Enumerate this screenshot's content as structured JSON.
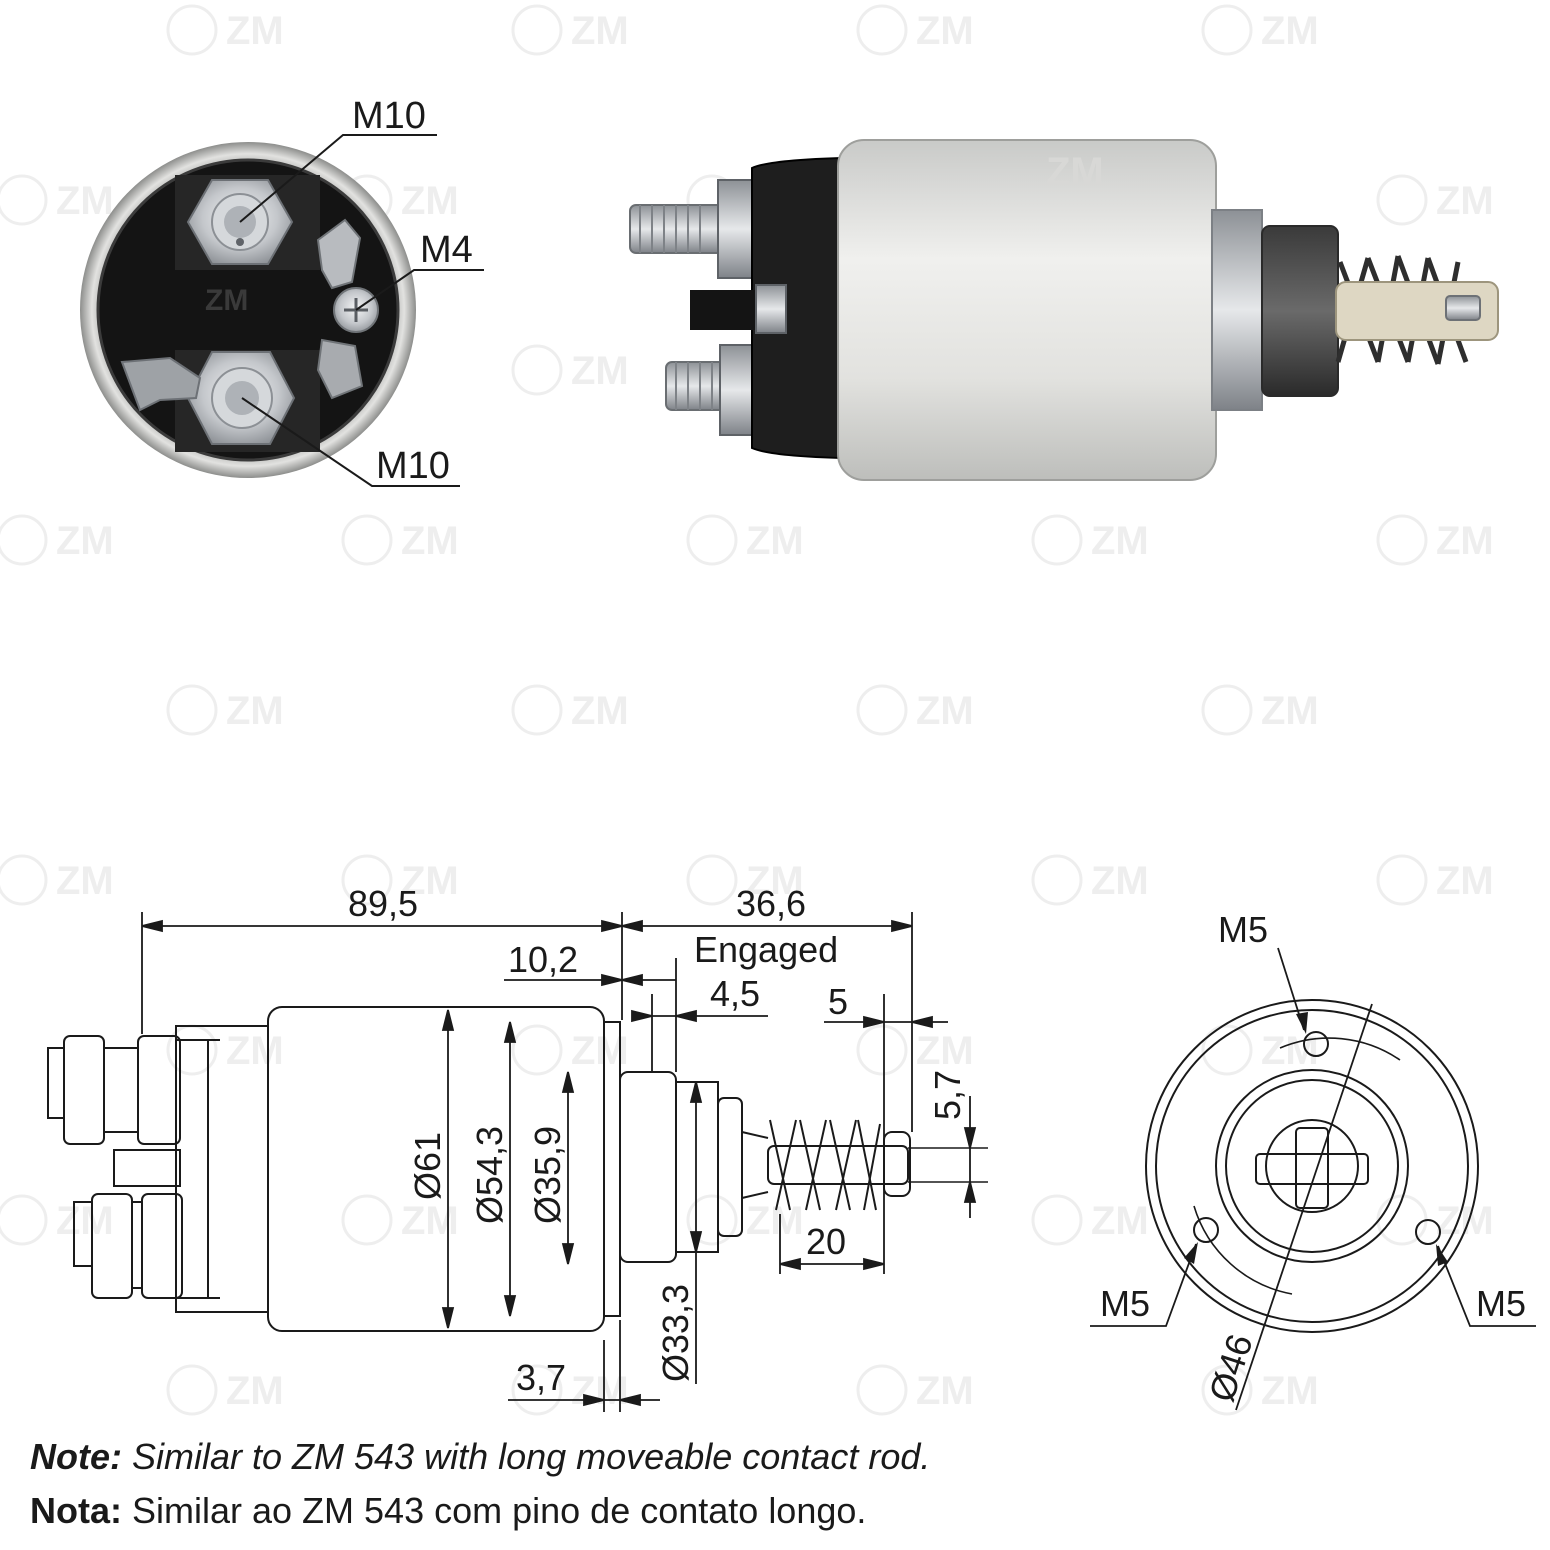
{
  "watermark": {
    "text": "ZM",
    "color": "#eeeeee"
  },
  "photos": {
    "end_view_labels": {
      "top_terminal": "M10",
      "small_terminal": "M4",
      "bottom_terminal": "M10"
    },
    "watermark_on_part": "ZM"
  },
  "drawing": {
    "side_view": {
      "overall_length": "89,5",
      "plunger_travel": "36,6",
      "plunger_state": "Engaged",
      "flange_offset": "10,2",
      "step_width": "4,5",
      "rod_end_length": "5",
      "rod_end_height": "5,7",
      "spring_length": "20",
      "flange_thickness": "3,7",
      "body_diameter": "Ø61",
      "inner_diameter": "Ø54,3",
      "boss_diameter": "Ø35,9",
      "nose_diameter": "Ø33,3"
    },
    "front_view": {
      "hole_top": "M5",
      "hole_left": "M5",
      "hole_right": "M5",
      "bolt_circle": "Ø46"
    }
  },
  "notes": {
    "english_prefix": "Note:",
    "english_text": " Similar to ZM 543 with long moveable contact rod.",
    "portuguese_prefix": "Nota:",
    "portuguese_text": " Similar ao ZM 543 com pino de contato longo."
  },
  "colors": {
    "line": "#1a1a1a",
    "housing": "#e4e4e2",
    "cap": "#1c1c1c",
    "metal": "#b9bcc0"
  }
}
